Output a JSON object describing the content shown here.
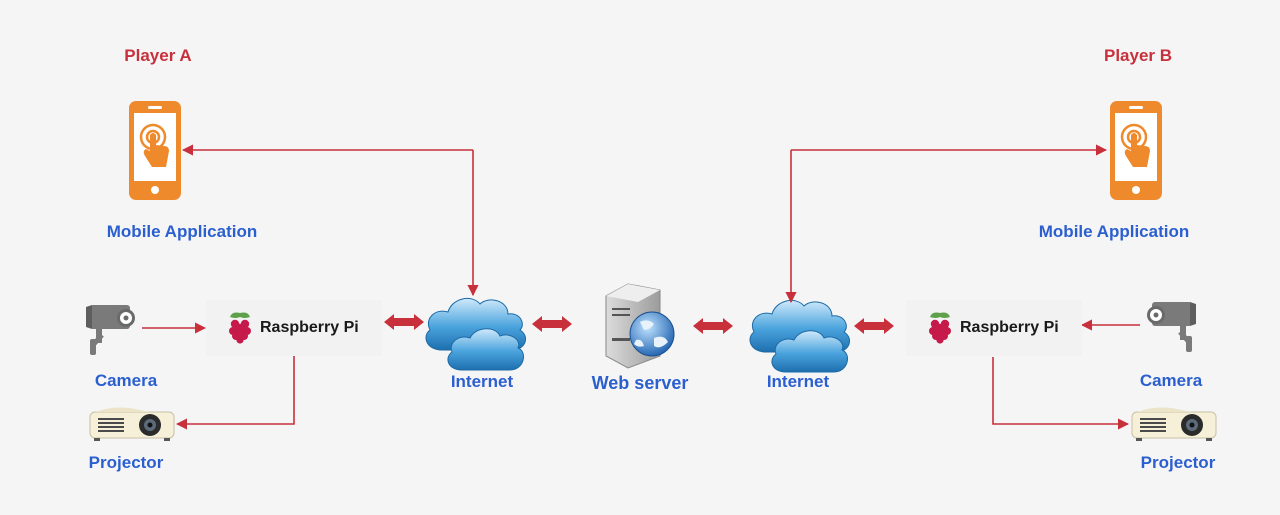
{
  "player_a": {
    "title": "Player A",
    "app_label": "Mobile Application",
    "camera_label": "Camera",
    "projector_label": "Projector",
    "rpi_label": "Raspberry Pi",
    "internet_label": "Internet"
  },
  "player_b": {
    "title": "Player B",
    "app_label": "Mobile Application",
    "camera_label": "Camera",
    "projector_label": "Projector",
    "rpi_label": "Raspberry Pi",
    "internet_label": "Internet"
  },
  "server": {
    "label": "Web server"
  },
  "colors": {
    "player_title": "#c8303c",
    "label_blue": "#2b5fcf",
    "arrow_red": "#c8303c",
    "phone_orange": "#ef8a2c"
  }
}
